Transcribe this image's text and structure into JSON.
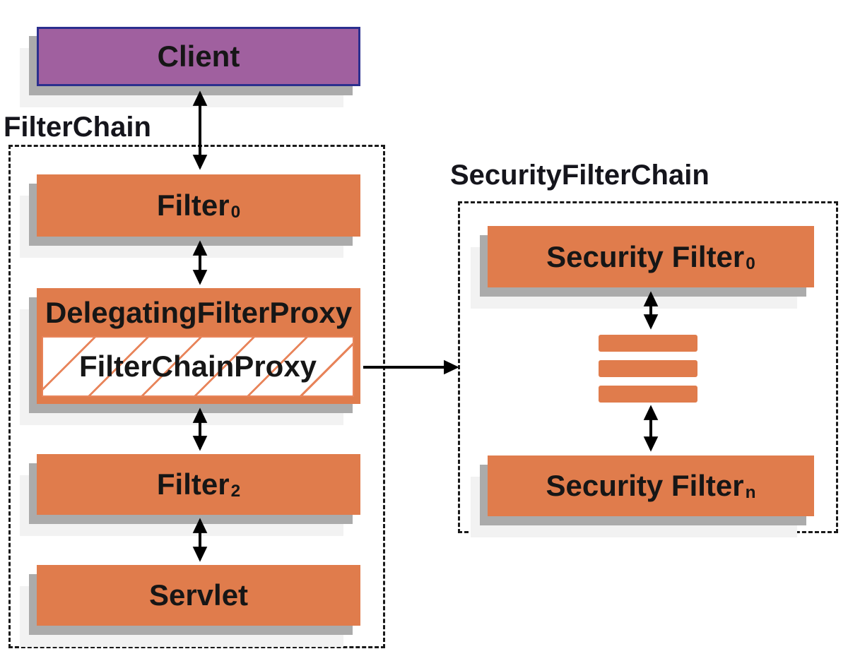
{
  "section_labels": {
    "filter_chain": "FilterChain",
    "security_filter_chain": "SecurityFilterChain"
  },
  "nodes": {
    "client": {
      "label": "Client"
    },
    "filter0": {
      "label": "Filter",
      "subscript": "0"
    },
    "delegating_filter_proxy": {
      "label": "DelegatingFilterProxy"
    },
    "filter_chain_proxy": {
      "label": "FilterChainProxy"
    },
    "filter2": {
      "label": "Filter",
      "subscript": "2"
    },
    "servlet": {
      "label": "Servlet"
    },
    "security_filter_0": {
      "label": "Security Filter",
      "subscript": "0"
    },
    "security_filter_n": {
      "label": "Security Filter",
      "subscript": "n"
    }
  },
  "ellipsis_bars": {
    "count": 3
  },
  "colors": {
    "orange": "#E07C4C",
    "purple": "#A0609F",
    "purple_border": "#2B2F8E",
    "hatch_line": "#E8845A",
    "shadow": "#ABABAB",
    "arrow": "#000000",
    "dashed_border": "#1A1A1A"
  }
}
